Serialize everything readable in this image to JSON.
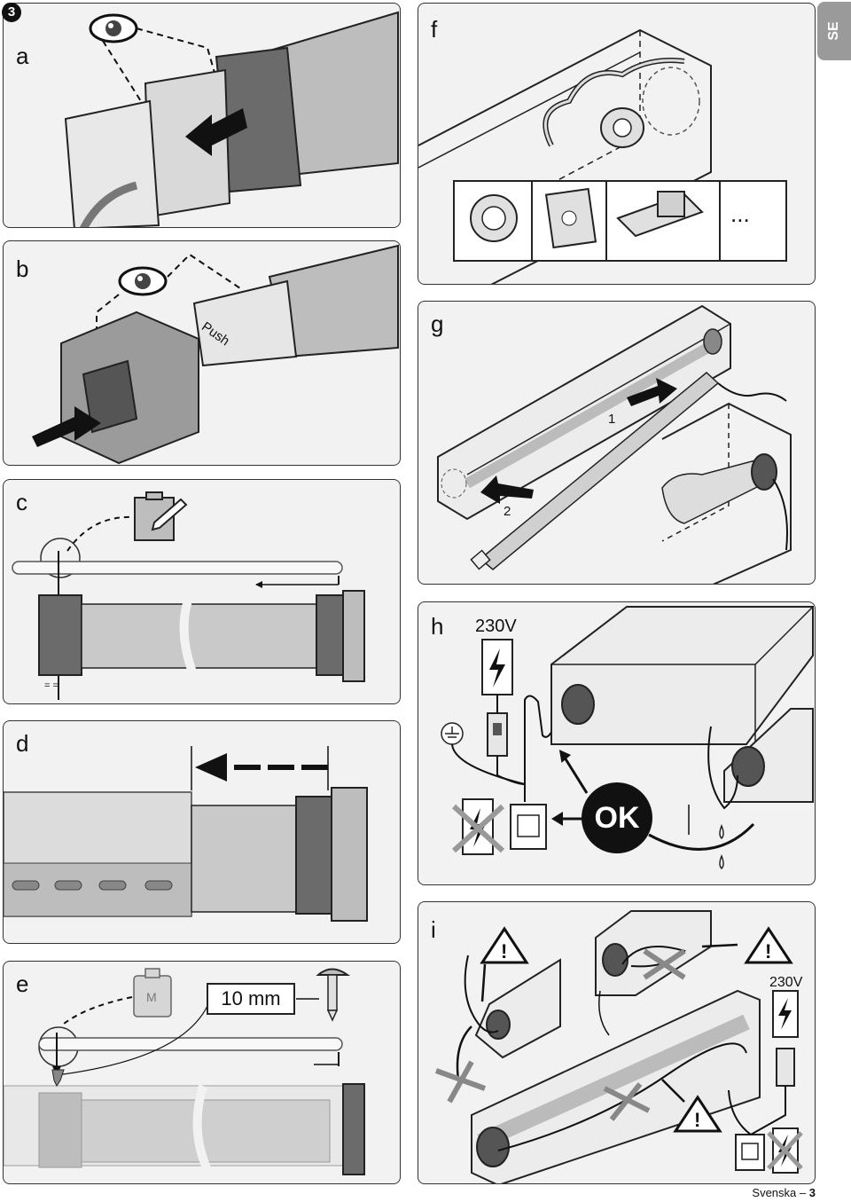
{
  "step_number": "3",
  "language_tab": "SE",
  "panels": {
    "a": {
      "label": "a"
    },
    "b": {
      "label": "b",
      "push_text": "Push"
    },
    "c": {
      "label": "c",
      "equal_marks": "= ="
    },
    "d": {
      "label": "d"
    },
    "e": {
      "label": "e",
      "weight_mark": "M",
      "screw_size": "10 mm"
    },
    "f": {
      "label": "f",
      "more_text": "..."
    },
    "g": {
      "label": "g",
      "step1": "1",
      "step2": "2"
    },
    "h": {
      "label": "h",
      "voltage": "230V",
      "ok_text": "OK"
    },
    "i": {
      "label": "i",
      "voltage": "230V"
    }
  },
  "footer": {
    "language": "Svenska",
    "separator": "–",
    "page": "3"
  }
}
